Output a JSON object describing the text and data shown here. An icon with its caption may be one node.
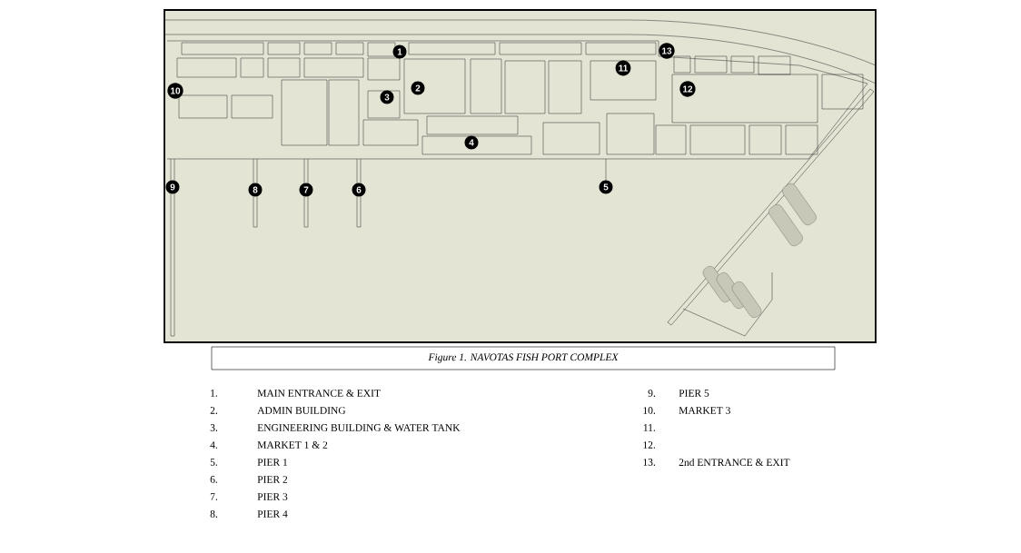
{
  "diagram": {
    "caption": "Figure 1. NAVOTAS FISH PORT COMPLEX",
    "labels": [
      "1",
      "13",
      "11",
      "10",
      "3",
      "2",
      "12",
      "4",
      "9",
      "8",
      "7",
      "6",
      "5",
      "1.",
      "MAIN ENTRANCE & EXIT",
      "2.",
      "ADMIN BUILDING",
      "3.",
      "ENGINEERING BUILDING & WATER TANK",
      "4.",
      "MARKET 1 & 2",
      "5.",
      "PIER 1",
      "6.",
      "PIER 2",
      "7.",
      "PIER 3",
      "8.",
      "PIER 4",
      "9.",
      "PIER 5",
      "10.",
      "MARKET 3",
      "11.",
      "12.",
      "13.",
      "2nd ENTRANCE & EXIT"
    ]
  }
}
